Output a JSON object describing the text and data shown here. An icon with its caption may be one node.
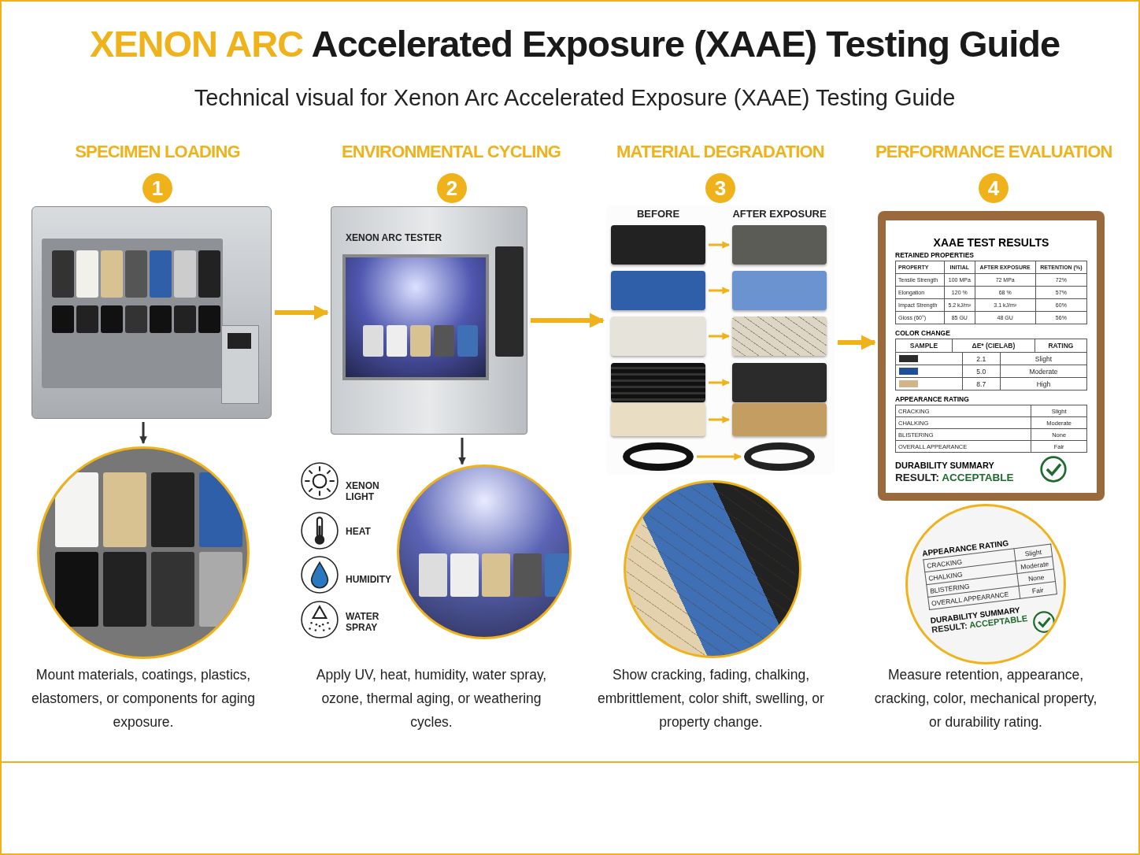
{
  "diagram": {
    "title": "XENON ARC Accelerated Exposure (XAAE) Testing Guide",
    "nodes": [
      {
        "text": [],
        "shape": "picture"
      },
      {
        "text": [],
        "shape": "picture"
      },
      {
        "text": [
          "XENON ARC TESTER"
        ]
      },
      {
        "text": [],
        "shape": "picture"
      },
      {
        "text": [
          "BEFORE",
          "AFTER EXPOSURE"
        ]
      },
      {
        "text": [],
        "shape": "box",
        "in": 4
      },
      {
        "text": [],
        "shape": "box",
        "in": 4
      },
      {
        "text": [],
        "shape": "box",
        "in": 4
      },
      {
        "text": [],
        "shape": "box",
        "in": 4
      },
      {
        "text": [],
        "shape": "box",
        "in": 4
      },
      {
        "text": [],
        "shape": "box",
        "in": 4
      },
      {
        "text": [],
        "shape": "box",
        "in": 4
      },
      {
        "text": [],
        "shape": "box",
        "in": 4
      },
      {
        "text": [],
        "shape": "box",
        "in": 4
      },
      {
        "text": [],
        "shape": "box",
        "in": 4
      },
      {
        "text": [],
        "shape": "circle",
        "in": 4
      },
      {
        "text": [],
        "shape": "circle",
        "in": 4
      },
      {
        "text": [],
        "shape": "picture"
      },
      {
        "text": [
          "XAAE TEST RESULTS",
          "RETAINED PROPERTIES",
          "PROPERTY",
          "INITIAL",
          "AFTER EXPOSURE",
          "RETENTION (%)",
          "Tensile Strength",
          "100 MPa",
          "72 MPa",
          "72%",
          "Elongation",
          "120 %",
          "68 %",
          "57%",
          "Impact Strength",
          "5.2 kJ/m²",
          "3.1 kJ/m²",
          "60%",
          "Gloss (60°)",
          "85 GU",
          "48 GU",
          "56%",
          "COLOR CHANGE",
          "SAMPLE",
          "ΔE* (CIELAB)",
          "RATING",
          "2.1",
          "Slight",
          "5.0",
          "Moderate",
          "8.7",
          "High",
          "APPEARANCE RATING",
          "CRACKING",
          "Slight",
          "CHALKING",
          "Moderate",
          "BLISTERING",
          "None",
          "OVERALL APPEARANCE",
          "Fair",
          "DURABILITY SUMMARY",
          "RESULT:",
          "ACCEPTABLE"
        ]
      },
      {
        "text": [
          "APPEARANCE RATING",
          "CRACKING",
          "Slight",
          "CHALKING",
          "Moderate",
          "BLISTERING",
          "None",
          "OVERALL APPEARANCE",
          "Fair",
          "DURABILITY SUMMARY",
          "RESULT:",
          "ACCEPTABLE"
        ]
      }
    ],
    "edges": [
      {
        "from": 0,
        "to": 2,
        "arrow": "to",
        "style": "thick"
      },
      {
        "from": 2,
        "to": 4,
        "arrow": "to",
        "style": "thick"
      },
      {
        "from": 4,
        "to": 18,
        "arrow": "to",
        "style": "thick"
      },
      {
        "from": 0,
        "to": 1,
        "arrow": "to",
        "color": "#333333"
      },
      {
        "from": 2,
        "to": 3,
        "arrow": "to",
        "color": "#333333"
      },
      {
        "from": 5,
        "to": 6,
        "arrow": "to"
      },
      {
        "from": 7,
        "to": 8,
        "arrow": "to"
      },
      {
        "from": 9,
        "to": 10,
        "arrow": "to"
      },
      {
        "from": 11,
        "to": 12,
        "arrow": "to"
      },
      {
        "from": 13,
        "to": 14,
        "arrow": "to"
      },
      {
        "from": 15,
        "to": 16,
        "arrow": "to"
      }
    ],
    "labels": [
      "Technical visual for Xenon Arc Accelerated Exposure (XAAE) Testing Guide",
      "SPECIMEN LOADING",
      "ENVIRONMENTAL CYCLING",
      "MATERIAL DEGRADATION",
      "PERFORMANCE EVALUATION",
      "1",
      "2",
      "3",
      "4",
      "XENON LIGHT",
      "HEAT",
      "HUMIDITY",
      "WATER SPRAY",
      "Mount materials, coatings, plastics, elastomers, or components for aging exposure.",
      "Apply UV, heat, humidity, water spray, ozone, thermal aging, or weathering cycles.",
      "Show cracking, fading, chalking, embrittlement, color shift, swelling, or property change.",
      "Measure retention, appearance, cracking, color, mechanical property, or durability rating."
    ]
  }
}
